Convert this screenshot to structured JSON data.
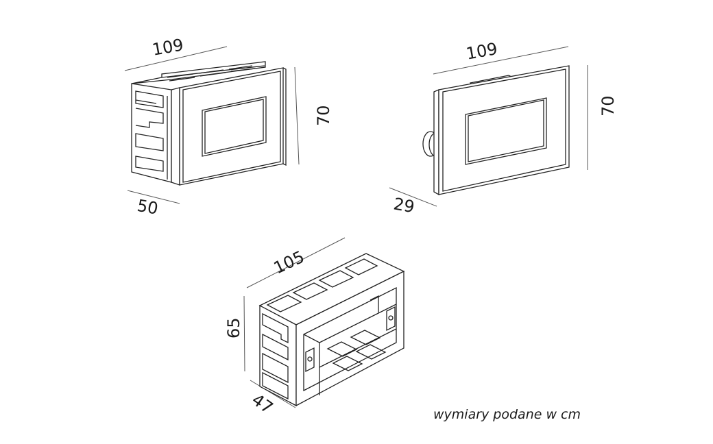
{
  "views": {
    "front_left": {
      "width": "109",
      "height": "70",
      "depth": "50"
    },
    "front_right": {
      "width": "109",
      "height": "70",
      "depth": "29"
    },
    "box": {
      "width": "105",
      "height": "65",
      "depth": "47"
    }
  },
  "units_note": "wymiary podane w cm"
}
